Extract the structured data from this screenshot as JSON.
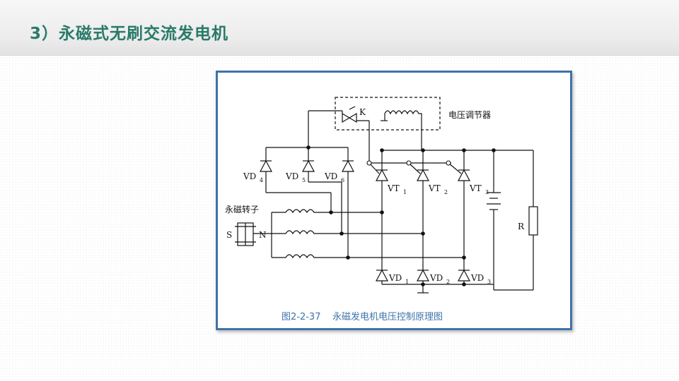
{
  "slide": {
    "title": "3）永磁式无刷交流发电机"
  },
  "figure": {
    "caption": "图2-2-37    永磁发电机电压控制原理图",
    "labels": {
      "regulator": "电压调节器",
      "rotor": "永磁转子",
      "switch": "K",
      "pole_s": "S",
      "pole_n": "N",
      "load": "R",
      "vd4": "VD",
      "vd4_sub": "4",
      "vd5": "VD",
      "vd5_sub": "5",
      "vd6": "VD",
      "vd6_sub": "6",
      "vt1": "VT",
      "vt1_sub": "1",
      "vt2": "VT",
      "vt2_sub": "2",
      "vt3": "VT",
      "vt3_sub": "3",
      "vd1": "VD",
      "vd1_sub": "1",
      "vd2": "VD",
      "vd2_sub": "2",
      "vd3": "VD",
      "vd3_sub": "3"
    }
  }
}
